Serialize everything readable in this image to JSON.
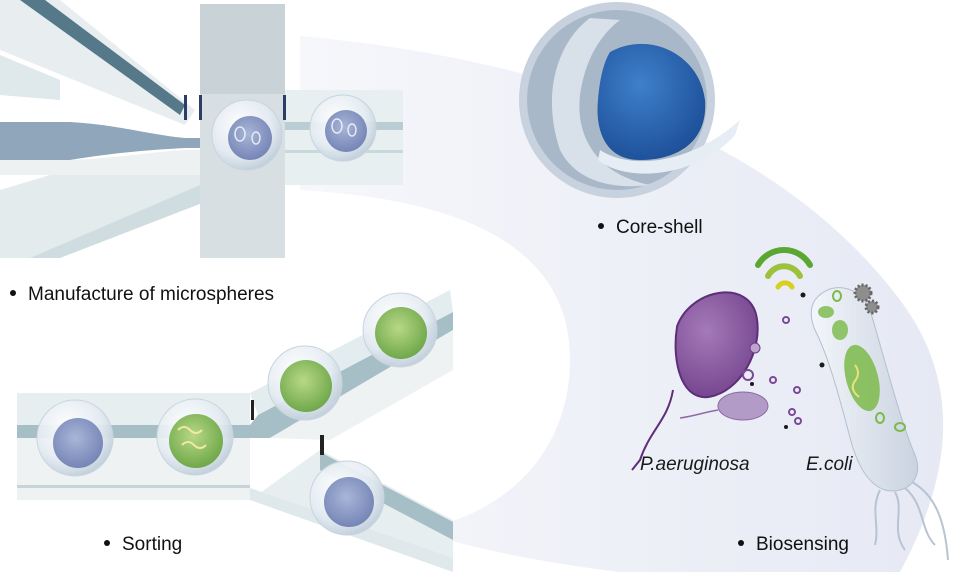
{
  "figure": {
    "panels": [
      {
        "id": "manufacture",
        "label": "Manufacture of microspheres"
      },
      {
        "id": "core-shell",
        "label": "Core-shell"
      },
      {
        "id": "sorting",
        "label": "Sorting"
      },
      {
        "id": "biosensing",
        "label": "Biosensing"
      }
    ],
    "species": [
      {
        "id": "p-aeruginosa",
        "label": "P.aeruginosa"
      },
      {
        "id": "e-coli",
        "label": "E.coli"
      }
    ],
    "colors": {
      "arc_background": "#eef0f8",
      "channel_light": "#e4eef0",
      "channel_mid": "#b9cdd2",
      "channel_dark": "#5d7f8c",
      "droplet_core_blue": "#8a9bc6",
      "core_shell_blue": "#2a63b0",
      "cell_green": "#7dba4a",
      "p_aeruginosa_purple": "#8a5aa0",
      "e_coli_body": "#dfe6ee",
      "signal_green": "#5aa832",
      "signal_yellow": "#d8d020",
      "text": "#111111"
    }
  }
}
